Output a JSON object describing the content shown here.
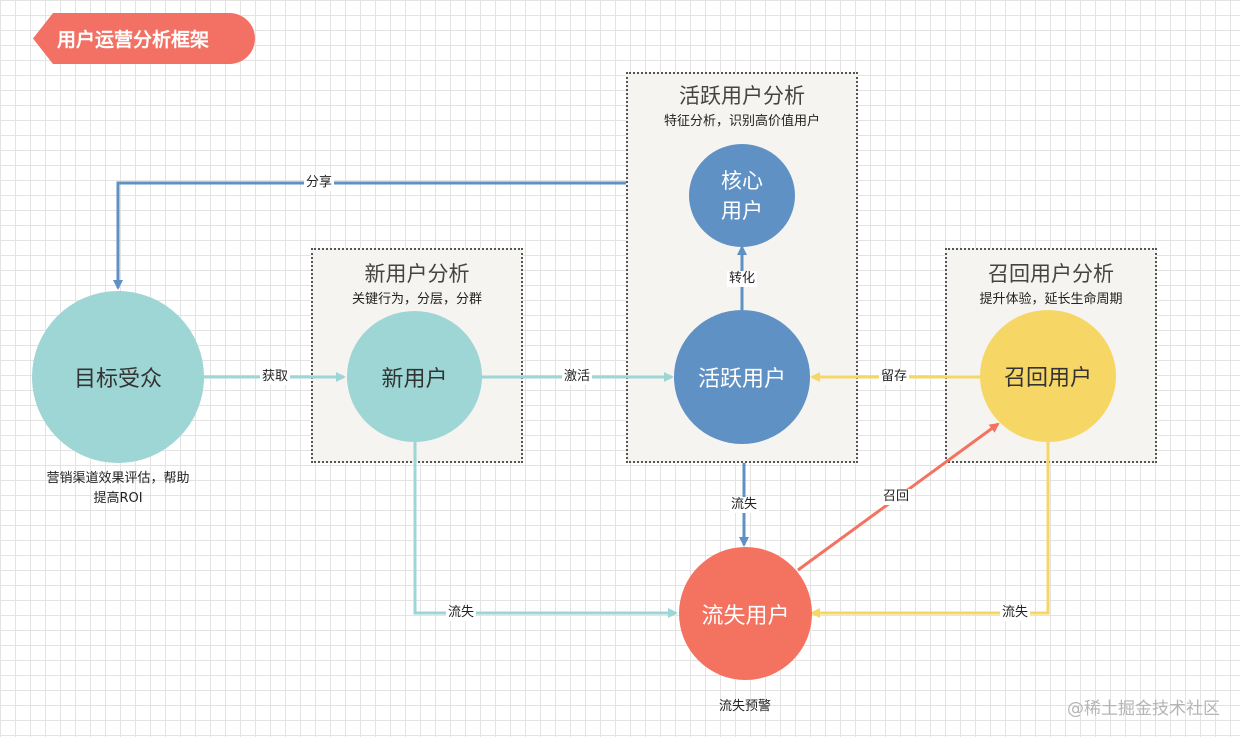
{
  "header": {
    "title": "用户运营分析框架"
  },
  "boxes": {
    "new": {
      "title": "新用户分析",
      "subtitle": "关键行为，分层，分群"
    },
    "active": {
      "title": "活跃用户分析",
      "subtitle": "特征分析，识别高价值用户"
    },
    "recall": {
      "title": "召回用户分析",
      "subtitle": "提升体验，延长生命周期"
    }
  },
  "nodes": {
    "target": {
      "label": "目标受众",
      "color": "#9dd6d4",
      "note": "营销渠道效果评估，帮助\n提高ROI"
    },
    "new": {
      "label": "新用户",
      "color": "#9dd6d4"
    },
    "core": {
      "label": "核心\n用户",
      "color": "#5f91c4"
    },
    "active": {
      "label": "活跃用户",
      "color": "#5f91c4"
    },
    "recall": {
      "label": "召回用户",
      "color": "#f6d765"
    },
    "churn": {
      "label": "流失用户",
      "color": "#f47260",
      "note": "流失预警"
    }
  },
  "edges": {
    "share": "分享",
    "acquire": "获取",
    "activate": "激活",
    "convert": "转化",
    "retain": "留存",
    "churn_active": "流失",
    "recall": "召回",
    "churn_new": "流失",
    "churn_recall": "流失"
  },
  "colors": {
    "teal": "#9dd6d4",
    "blue": "#5f91c4",
    "yellow": "#f6d765",
    "red": "#f47260"
  },
  "watermark": "@稀土掘金技术社区"
}
